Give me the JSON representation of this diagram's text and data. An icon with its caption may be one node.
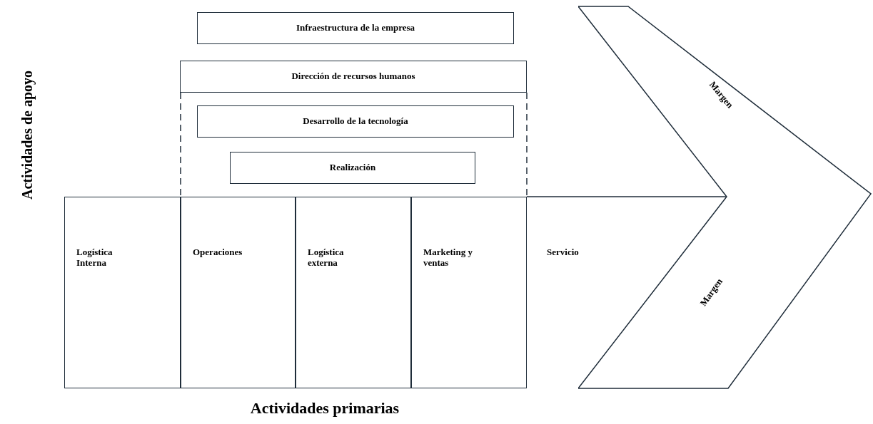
{
  "diagram": {
    "nodes": [
      {
        "text": [
          "Infraestructura de la empresa"
        ]
      },
      {
        "text": [
          "Dirección de recursos humanos"
        ]
      },
      {
        "text": [
          "Desarrollo de la tecnología"
        ]
      },
      {
        "text": [
          "Realización"
        ]
      },
      {
        "text": [
          "Logística Interna"
        ]
      },
      {
        "text": [
          "Operaciones"
        ]
      },
      {
        "text": [
          "Logística externa"
        ]
      },
      {
        "text": [
          "Marketing y ventas"
        ]
      },
      {
        "text": [
          "Margen",
          "Margen"
        ]
      }
    ],
    "edges": [],
    "labels": [
      "Actividades de apoyo",
      "Servicio",
      "Actividades primarias"
    ]
  }
}
